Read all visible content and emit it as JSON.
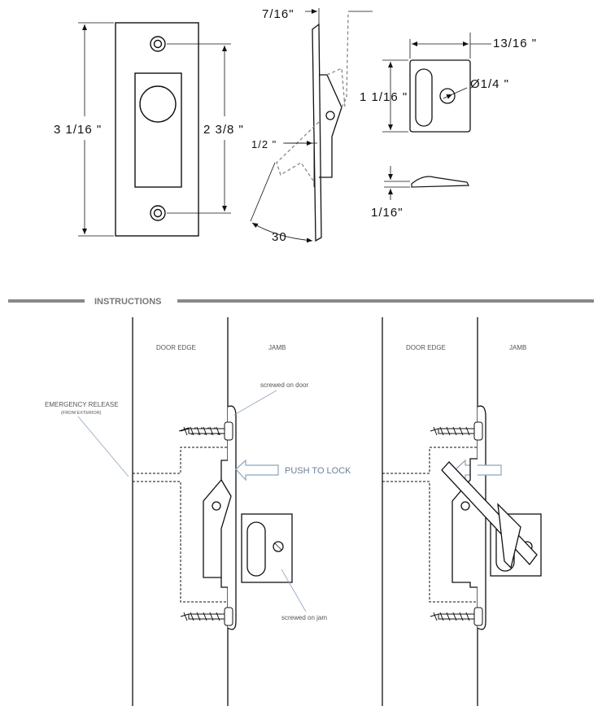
{
  "dimensions": {
    "height_total": "3  1/16 \"",
    "hole_spacing": "2 3/8 \"",
    "depth": "7/16\"",
    "offset": "1/2 \"",
    "angle": "30",
    "strike_width": "13/16 \"",
    "strike_height": "1  1/16 \"",
    "hole_diameter": "Ø1/4 \"",
    "strike_thickness": "1/16\""
  },
  "section": {
    "title": "INSTRUCTIONS"
  },
  "left_panel": {
    "door_edge": "DOOR EDGE",
    "jamb": "JAMB",
    "emergency_release": "EMERGENCY RELEASE",
    "from_exterior": "(FROM EXTERIOR)",
    "screwed_on_door": "screwed on door",
    "push_to_lock": "PUSH TO LOCK",
    "screwed_on_jamb": "screwed on jam"
  },
  "right_panel": {
    "door_edge": "DOOR EDGE",
    "jamb": "JAMB"
  },
  "colors": {
    "line": "#111111",
    "divider": "#888888",
    "arrow_blue": "#8fa3bf",
    "text_blue": "#6a7f9a"
  }
}
